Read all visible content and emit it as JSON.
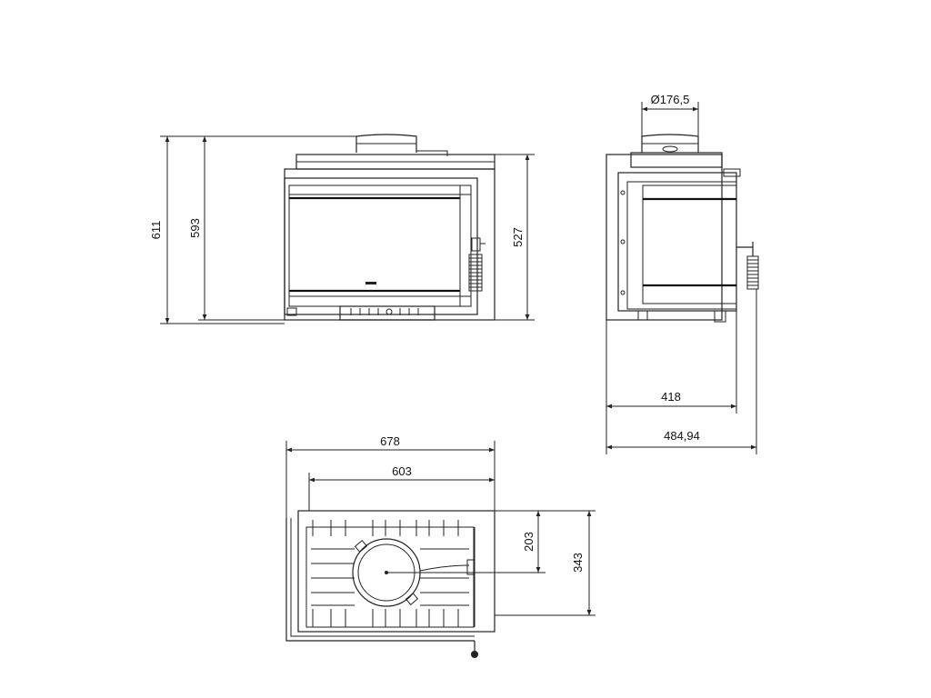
{
  "views": {
    "front": {
      "dim_overall_height": "611",
      "dim_inner_height": "593",
      "dim_body_height": "527"
    },
    "side": {
      "dim_flue_diameter": "Ø176,5",
      "dim_depth": "418",
      "dim_depth_total": "484,94"
    },
    "top": {
      "dim_overall_width": "678",
      "dim_inner_width": "603",
      "dim_flue_offset": "203",
      "dim_body_depth": "343"
    }
  },
  "colors": {
    "line": "#222222",
    "background": "#ffffff"
  }
}
